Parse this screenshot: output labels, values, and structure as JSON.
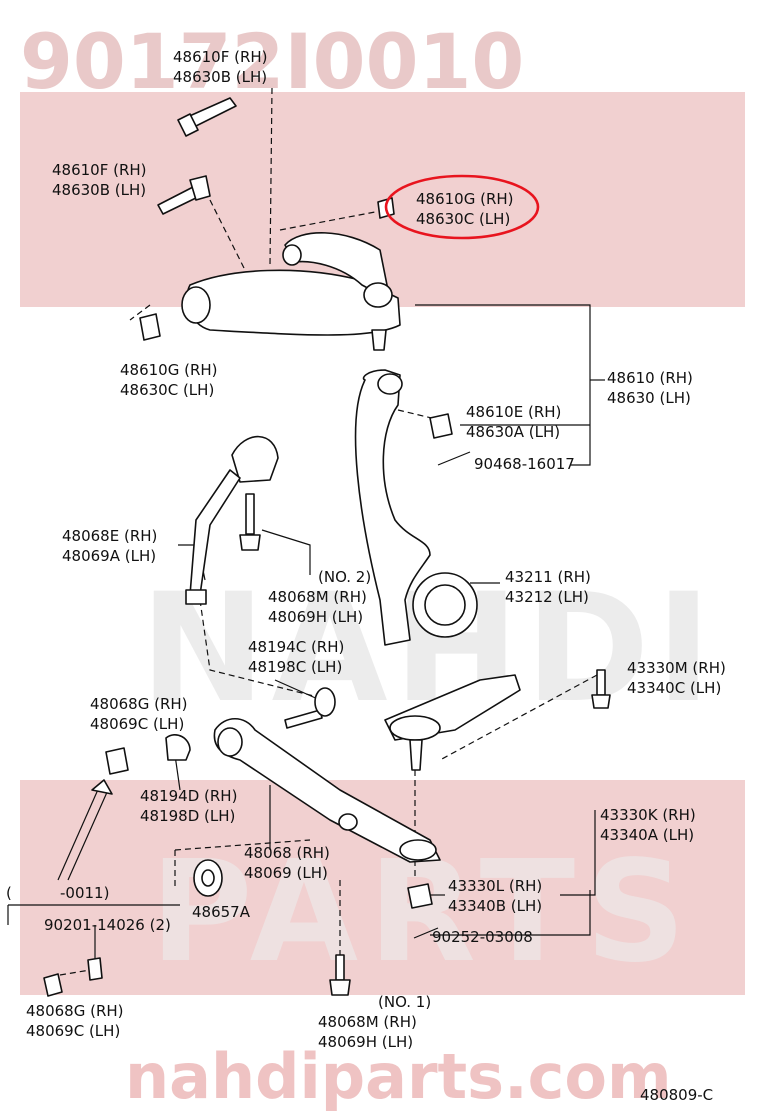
{
  "watermark": {
    "part_number": "90172I0010",
    "brand_latin": "NAHDI",
    "parts_word": "PARTS",
    "url": "nahdiparts.com",
    "highlight_color": "#e8141e",
    "band_color": "#f1d0d0"
  },
  "diagram_code": "480809-C",
  "labels": {
    "top_bolt": {
      "rh": "48610F (RH)",
      "lh": "48630B (LH)"
    },
    "left_bolt": {
      "rh": "48610F (RH)",
      "lh": "48630B (LH)"
    },
    "highlight_nut": {
      "rh": "48610G (RH)",
      "lh": "48630C (LH)"
    },
    "left_nut": {
      "rh": "48610G (RH)",
      "lh": "48630C (LH)"
    },
    "upper_arm": {
      "rh": "48610 (RH)",
      "lh": "48630 (LH)"
    },
    "arm_nut": {
      "rh": "48610E (RH)",
      "lh": "48630A (LH)"
    },
    "cotter_pin_1": "90468-16017",
    "stabilizer_link": {
      "rh": "48068E (RH)",
      "lh": "48069A (LH)"
    },
    "bolt_no2": {
      "no": "(NO. 2)",
      "rh": "48068M (RH)",
      "lh": "48069H (LH)"
    },
    "knuckle": {
      "rh": "43211 (RH)",
      "lh": "43212 (LH)"
    },
    "cam_bolt": {
      "rh": "48194C (RH)",
      "lh": "48198C (LH)"
    },
    "bolt_43330m": {
      "rh": "43330M (RH)",
      "lh": "43340C (LH)"
    },
    "lower_nut": {
      "rh": "48068G (RH)",
      "lh": "48069C (LH)"
    },
    "cam_plate": {
      "rh": "48194D (RH)",
      "lh": "48198D (LH)"
    },
    "ball_joint": {
      "rh": "43330K (RH)",
      "lh": "43340A (LH)"
    },
    "lower_arm": {
      "rh": "48068 (RH)",
      "lh": "48069 (LH)"
    },
    "ball_nut": {
      "rh": "43330L (RH)",
      "lh": "43340B (LH)"
    },
    "serial_range": {
      "open": "(",
      "value": "-0011)"
    },
    "washer_part": "90201-14026 (2)",
    "bushing": "48657A",
    "cotter_pin_2": "90252-03008",
    "lower_left_nut": {
      "rh": "48068G (RH)",
      "lh": "48069C (LH)"
    },
    "bolt_no1": {
      "no": "(NO. 1)",
      "rh": "48068M (RH)",
      "lh": "48069H (LH)"
    }
  }
}
